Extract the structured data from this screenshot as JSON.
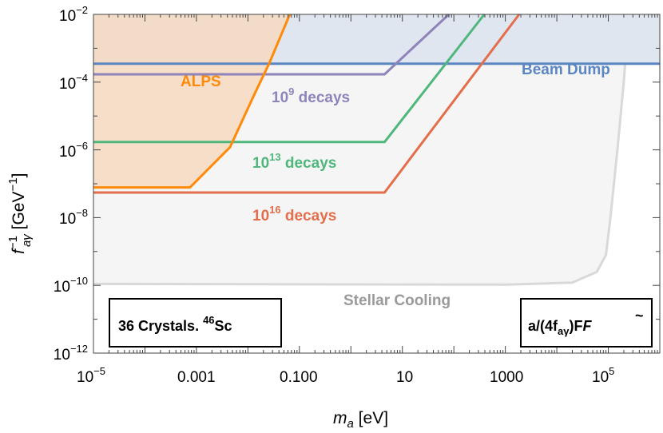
{
  "chart_data": {
    "type": "area",
    "xscale": "log",
    "yscale": "log",
    "xlim": [
      1e-05,
      1000000
    ],
    "ylim": [
      1e-12,
      0.01
    ],
    "xlabel": {
      "main": "m",
      "sub": "a",
      "unit": " [eV]"
    },
    "ylabel": {
      "main": "f",
      "sub": "aγ",
      "sup": "−1",
      "unit": " [GeV",
      "unit_sup": "−1",
      "unit_end": "]"
    },
    "x_tick_labels": [
      {
        "x": 1e-05,
        "base": "10",
        "exp": "−5"
      },
      {
        "x": 0.001,
        "text": "0.001"
      },
      {
        "x": 0.1,
        "text": "0.100"
      },
      {
        "x": 10,
        "text": "10"
      },
      {
        "x": 1000,
        "text": "1000"
      },
      {
        "x": 100000,
        "base": "10",
        "exp": "5"
      }
    ],
    "y_tick_labels": [
      {
        "y": 0.01,
        "base": "10",
        "exp": "−2"
      },
      {
        "y": 0.0001,
        "base": "10",
        "exp": "−4"
      },
      {
        "y": 1e-06,
        "base": "10",
        "exp": "−6"
      },
      {
        "y": 1e-08,
        "base": "10",
        "exp": "−8"
      },
      {
        "y": 1e-10,
        "base": "10",
        "exp": "−10"
      },
      {
        "y": 1e-12,
        "base": "10",
        "exp": "−12"
      }
    ],
    "regions": [
      {
        "name": "Stellar Cooling",
        "fill": "#f5f5f5",
        "stroke": "#d9d9d9",
        "boundary": [
          [
            1e-05,
            1.1e-10
          ],
          [
            1000,
            1.05e-10
          ],
          [
            20000,
            1.2e-10
          ],
          [
            60000,
            2.5e-10
          ],
          [
            90000,
            8e-10
          ],
          [
            110000,
            1e-08
          ],
          [
            150000,
            1e-06
          ],
          [
            200000,
            0.0001
          ],
          [
            250000,
            0.01
          ]
        ]
      },
      {
        "name": "Beam Dump",
        "fill": "#dfe6ef",
        "stroke": "#5b86c2",
        "boundary": [
          [
            1e-05,
            0.00035
          ],
          [
            1000000,
            0.00035
          ]
        ]
      },
      {
        "name": "ALPS",
        "fill": "#f7d9c0",
        "stroke": "#ff8a0a",
        "boundary": [
          [
            1e-05,
            7.8e-08
          ],
          [
            0.00075,
            7.8e-08
          ],
          [
            0.0045,
            1.2e-06
          ],
          [
            0.013,
            4e-05
          ],
          [
            0.026,
            0.00036
          ],
          [
            0.065,
            0.01
          ]
        ]
      }
    ],
    "series": [
      {
        "name": "10^9 decays",
        "color": "#8f84ba",
        "x": [
          1e-05,
          4.5,
          80
        ],
        "y": [
          0.00017,
          0.00017,
          0.01
        ]
      },
      {
        "name": "10^13 decays",
        "color": "#4fb77c",
        "x": [
          1e-05,
          4.5,
          390
        ],
        "y": [
          1.7e-06,
          1.7e-06,
          0.01
        ]
      },
      {
        "name": "10^16 decays",
        "color": "#e46d4c",
        "x": [
          1e-05,
          4.5,
          1850
        ],
        "y": [
          5.5e-08,
          5.5e-08,
          0.01
        ]
      }
    ],
    "annotations": [
      {
        "text": "ALPS",
        "color": "#ff8a0a"
      },
      {
        "base": "10",
        "exp": "9",
        "text": " decays",
        "color": "#8f84ba"
      },
      {
        "base": "10",
        "exp": "13",
        "text": " decays",
        "color": "#4fb77c"
      },
      {
        "base": "10",
        "exp": "16",
        "text": " decays",
        "color": "#e46d4c"
      },
      {
        "text": "Beam Dump",
        "color": "#5b86c2"
      },
      {
        "text": "Stellar Cooling",
        "color": "#9a9a9a"
      }
    ],
    "boxes": [
      {
        "pre": "36 Crystals. ",
        "sup": "46",
        "post": "Sc"
      },
      {
        "text": "a/(4f",
        "sub": "aγ",
        "post": ")F",
        "tilde": "F"
      }
    ],
    "grid": false,
    "legend": "none"
  }
}
